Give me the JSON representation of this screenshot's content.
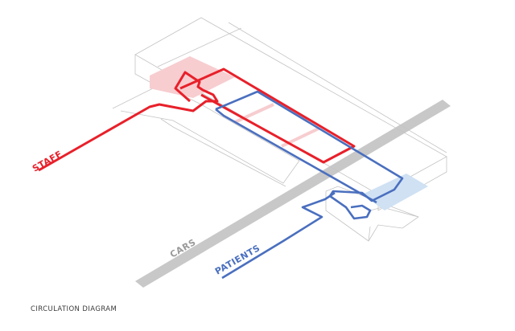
{
  "caption": "CIRCULATION DIAGRAM",
  "labels": {
    "staff": "STAFF",
    "cars": "CARS",
    "patients": "PATIENTS"
  },
  "colors": {
    "staff": "#e8202a",
    "patients": "#4a6fbf",
    "cars": "#c8c8c8",
    "outline": "#c4c4c4",
    "staff_fill": "#f7cdd0",
    "patients_fill": "#cfe1f3"
  }
}
